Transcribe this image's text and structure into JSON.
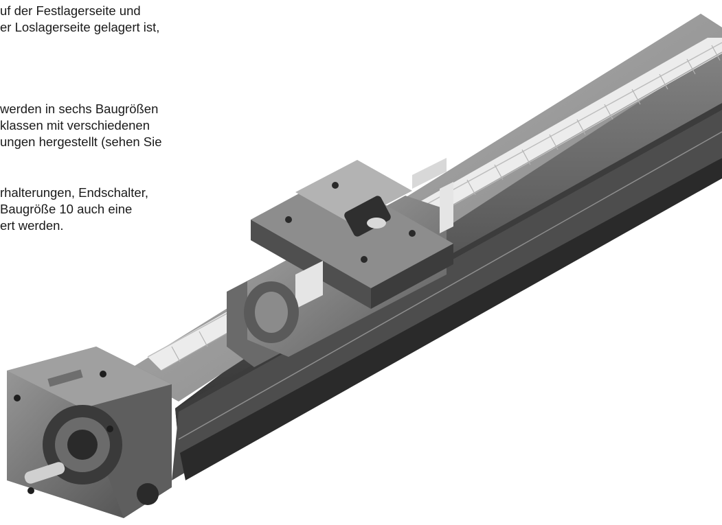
{
  "text": {
    "paragraph_1": [
      "uf der Festlagerseite und",
      "er Loslagerseite gelagert ist,"
    ],
    "paragraph_2": [
      "werden in sechs Baugrößen",
      "klassen mit verschiedenen",
      "ungen hergestellt (sehen Sie"
    ],
    "paragraph_3": [
      "rhalterungen, Endschalter,",
      "Baugröße 10 auch eine",
      "ert werden."
    ]
  },
  "figure": {
    "subject": "ball-screw-linear-actuator",
    "colors": {
      "metal_dark": "#3a3a3a",
      "metal_mid": "#7a7a7a",
      "metal_light": "#c4c4c4",
      "screw_white": "#ececec",
      "background": "#ffffff"
    }
  }
}
